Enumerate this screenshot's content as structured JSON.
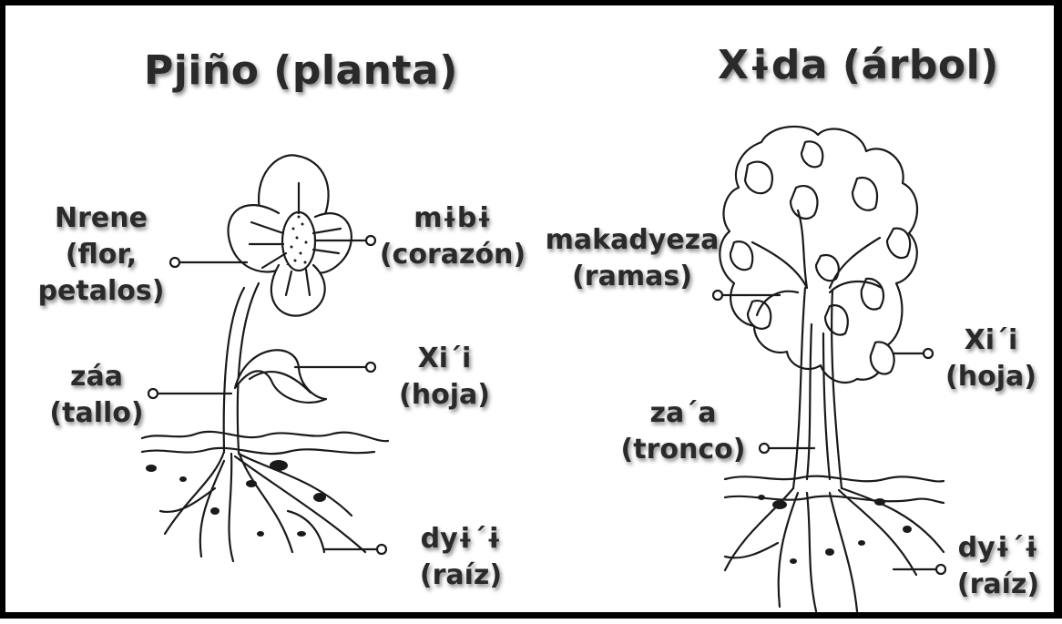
{
  "titles": {
    "plant": "Pjiño (planta)",
    "tree": "Xɨda (árbol)"
  },
  "plant_labels": {
    "flower": [
      "Nrene",
      "(flor,",
      "petalos)"
    ],
    "heart": [
      "mɨbɨ",
      "(corazón)"
    ],
    "leaf": [
      "Xi´i",
      "(hoja)"
    ],
    "stem": [
      "záa",
      "(tallo)"
    ],
    "root": [
      "dyɨ´ɨ",
      "(raíz)"
    ]
  },
  "tree_labels": {
    "branches": [
      "makadyeza",
      "(ramas)"
    ],
    "leaf": [
      "Xi´i",
      "(hoja)"
    ],
    "trunk": [
      "za´a",
      "(tronco)"
    ],
    "root": [
      "dyɨ´ɨ",
      "(raíz)"
    ]
  },
  "colors": {
    "border": "#000000",
    "text": "#2a2a2a",
    "ink": "#1a1a1a"
  }
}
